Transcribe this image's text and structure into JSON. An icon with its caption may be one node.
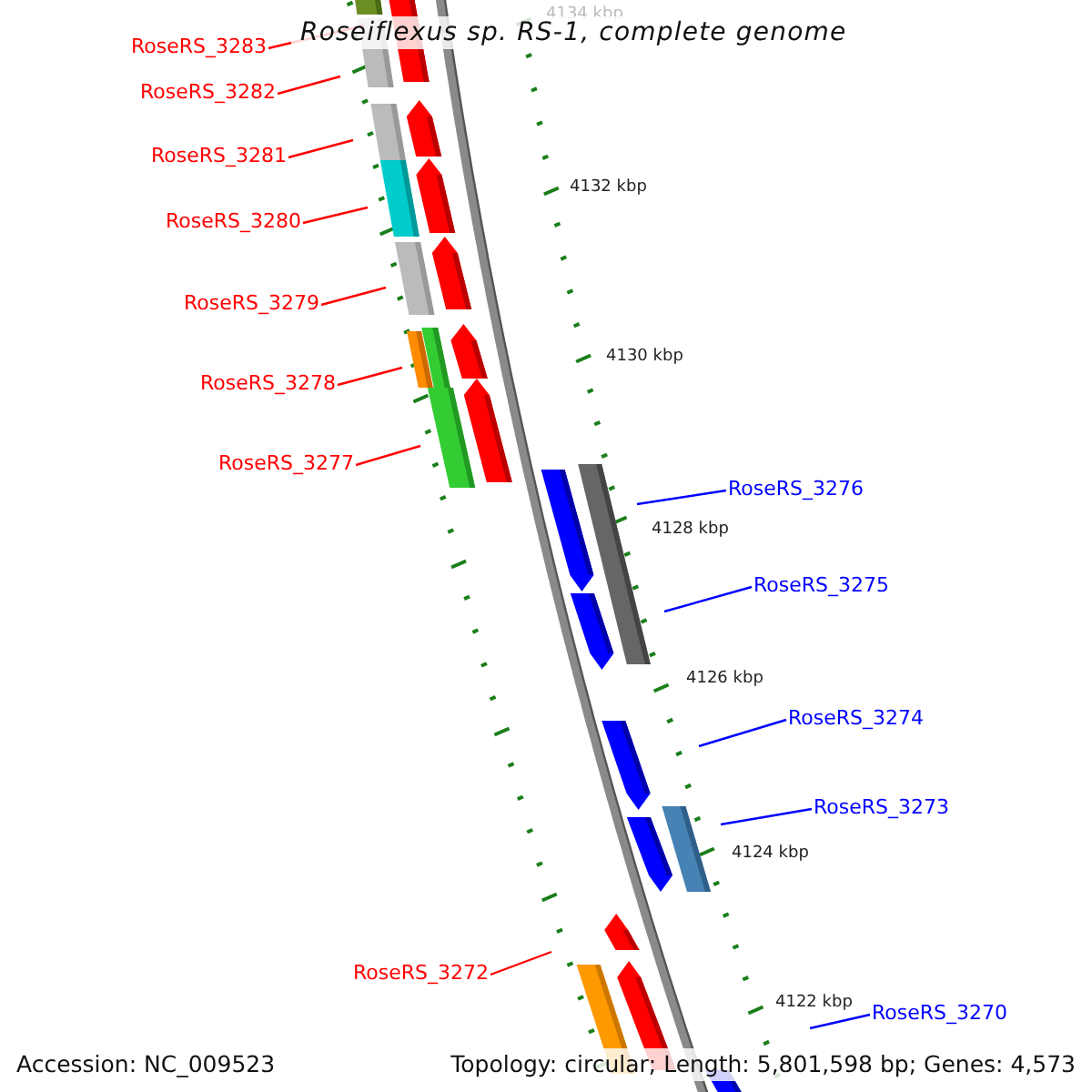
{
  "diagram": {
    "title": "Roseiflexus sp. RS-1, complete genome",
    "nodes": [
      {
        "text": [
          "RoseRS_3283"
        ]
      },
      {
        "text": [
          "RoseRS_3282"
        ]
      },
      {
        "text": [
          "RoseRS_3281"
        ]
      },
      {
        "text": [
          "RoseRS_3280"
        ]
      },
      {
        "text": [
          "RoseRS_3279"
        ]
      },
      {
        "text": [
          "RoseRS_3278"
        ]
      },
      {
        "text": [
          "RoseRS_3277"
        ]
      },
      {
        "text": [
          "RoseRS_3276"
        ]
      },
      {
        "text": [
          "RoseRS_3275"
        ]
      },
      {
        "text": [
          "RoseRS_3274"
        ]
      },
      {
        "text": [
          "RoseRS_3273"
        ]
      },
      {
        "text": [
          "RoseRS_3272"
        ]
      },
      {
        "text": [
          "RoseRS_3270"
        ]
      }
    ],
    "edges": [
      {
        "from": 0,
        "to": null,
        "arrow": "none"
      },
      {
        "from": 1,
        "to": null,
        "arrow": "none"
      },
      {
        "from": 2,
        "to": null,
        "arrow": "none"
      },
      {
        "from": 3,
        "to": null,
        "arrow": "none"
      },
      {
        "from": 4,
        "to": null,
        "arrow": "none"
      },
      {
        "from": 5,
        "to": null,
        "arrow": "none"
      },
      {
        "from": 6,
        "to": null,
        "arrow": "none"
      },
      {
        "from": 7,
        "to": null,
        "arrow": "none",
        "color": "#0000ff"
      },
      {
        "from": 8,
        "to": null,
        "arrow": "none",
        "color": "#0000ff"
      },
      {
        "from": 9,
        "to": null,
        "arrow": "none",
        "color": "#0000ff"
      },
      {
        "from": 10,
        "to": null,
        "arrow": "none",
        "color": "#0000ff"
      },
      {
        "from": 11,
        "to": null,
        "arrow": "none"
      },
      {
        "from": 12,
        "to": null,
        "arrow": "none",
        "color": "#0000ff"
      }
    ],
    "labels": [
      "4134 kbp",
      "4132 kbp",
      "4130 kbp",
      "4128 kbp",
      "4126 kbp",
      "4124 kbp",
      "4122 kbp",
      "Accession: NC_009523",
      "Topology: circular; Length: 5,801,598 bp; Genes: 4,573"
    ]
  }
}
